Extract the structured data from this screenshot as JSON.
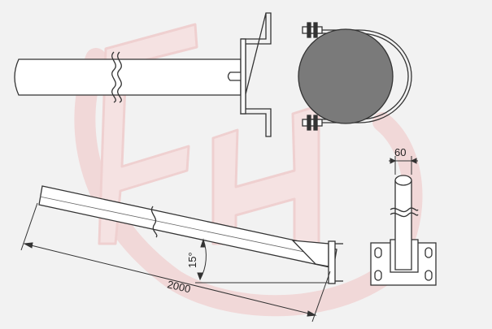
{
  "dimensions": {
    "arm_length": "2000",
    "tilt_angle": "15°",
    "pipe_diameter": "60"
  },
  "colors": {
    "background": "#f2f2f2",
    "line": "#333333",
    "pipe_fill": "#ffffff",
    "lamp_fill": "#7a7a7a",
    "watermark": "#f0d4d4"
  }
}
